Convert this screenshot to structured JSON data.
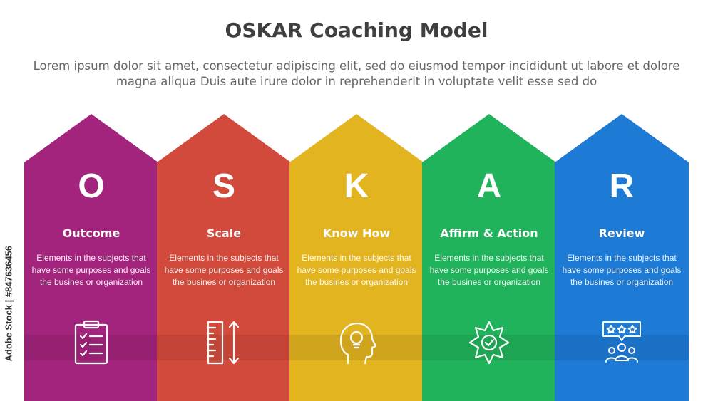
{
  "title": "OSKAR Coaching Model",
  "subtitle": "Lorem ipsum dolor sit amet, consectetur adipiscing elit, sed do eiusmod tempor incididunt ut labore et dolore magna aliqua Duis aute irure dolor in reprehenderit in voluptate velit esse sed do",
  "side_credit": "Adobe Stock | #847636456",
  "steps": [
    {
      "letter": "O",
      "label": "Outcome",
      "description": "Elements in the subjects that have some purposes and goals the  busines or organization",
      "color": "#a3247d",
      "icon": "clipboard-checklist-icon"
    },
    {
      "letter": "S",
      "label": "Scale",
      "description": "Elements in the subjects that have some purposes and goals the  busines or organization",
      "color": "#d24a3b",
      "icon": "ruler-scale-icon"
    },
    {
      "letter": "K",
      "label": "Know How",
      "description": "Elements in the subjects that have some purposes and goals the  busines or organization",
      "color": "#e2b420",
      "icon": "head-lightbulb-icon"
    },
    {
      "letter": "A",
      "label": "Affirm & Action",
      "description": "Elements in the subjects that have some purposes and goals the  busines or organization",
      "color": "#20b35c",
      "icon": "badge-check-icon"
    },
    {
      "letter": "R",
      "label": "Review",
      "description": "Elements in the subjects that have some purposes and goals the  busines or organization",
      "color": "#1d7bd6",
      "icon": "rating-stars-people-icon"
    }
  ]
}
